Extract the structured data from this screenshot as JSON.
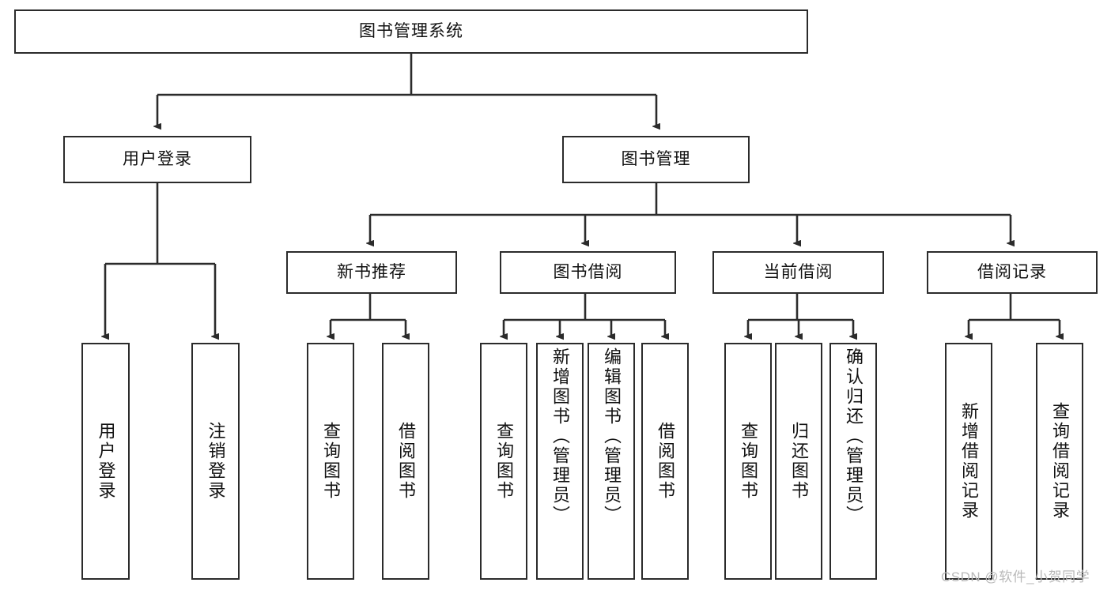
{
  "diagram": {
    "title": "图书管理系统",
    "type": "tree-hierarchy-chart",
    "colors": {
      "box_border": "#2b2b2b",
      "box_fill": "#ffffff",
      "edge": "#2b2b2b",
      "background": "#ffffff",
      "watermark": "#b9b9b9"
    },
    "root": {
      "label": "图书管理系统"
    },
    "level2": [
      {
        "label": "用户登录"
      },
      {
        "label": "图书管理"
      }
    ],
    "level3": [
      {
        "label": "新书推荐"
      },
      {
        "label": "图书借阅"
      },
      {
        "label": "当前借阅"
      },
      {
        "label": "借阅记录"
      }
    ],
    "leaves": {
      "user_login": [
        {
          "label": "用户登录"
        },
        {
          "label": "注销登录"
        }
      ],
      "new_book_recommend": [
        {
          "label": "查询图书"
        },
        {
          "label": "借阅图书"
        }
      ],
      "book_borrow": [
        {
          "label": "查询图书"
        },
        {
          "label": "新增图书（管理员）"
        },
        {
          "label": "编辑图书（管理员）"
        },
        {
          "label": "借阅图书"
        }
      ],
      "current_borrow": [
        {
          "label": "查询图书"
        },
        {
          "label": "归还图书"
        },
        {
          "label": "确认归还（管理员）"
        }
      ],
      "borrow_record": [
        {
          "label": "新增借阅记录"
        },
        {
          "label": "查询借阅记录"
        }
      ]
    }
  },
  "watermark": {
    "text": "CSDN @软件_小贺同学"
  }
}
